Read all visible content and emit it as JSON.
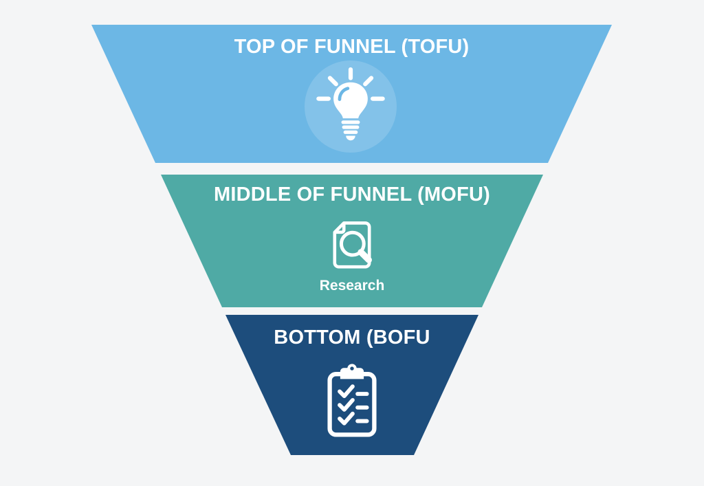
{
  "page": {
    "background": "#f4f5f6"
  },
  "funnel": {
    "text_color": "#ffffff",
    "tiers": [
      {
        "label": "TOP OF FUNNEL (TOFU)",
        "color": "#6cb7e5",
        "icon": "lightbulb-icon"
      },
      {
        "label": "MIDDLE OF FUNNEL (MOFU)",
        "color": "#4faaa5",
        "icon": "document-search-icon",
        "caption": "Research"
      },
      {
        "label": "BOTTOM (BOFU",
        "color": "#1d4d7c",
        "icon": "checklist-clipboard-icon"
      }
    ]
  }
}
